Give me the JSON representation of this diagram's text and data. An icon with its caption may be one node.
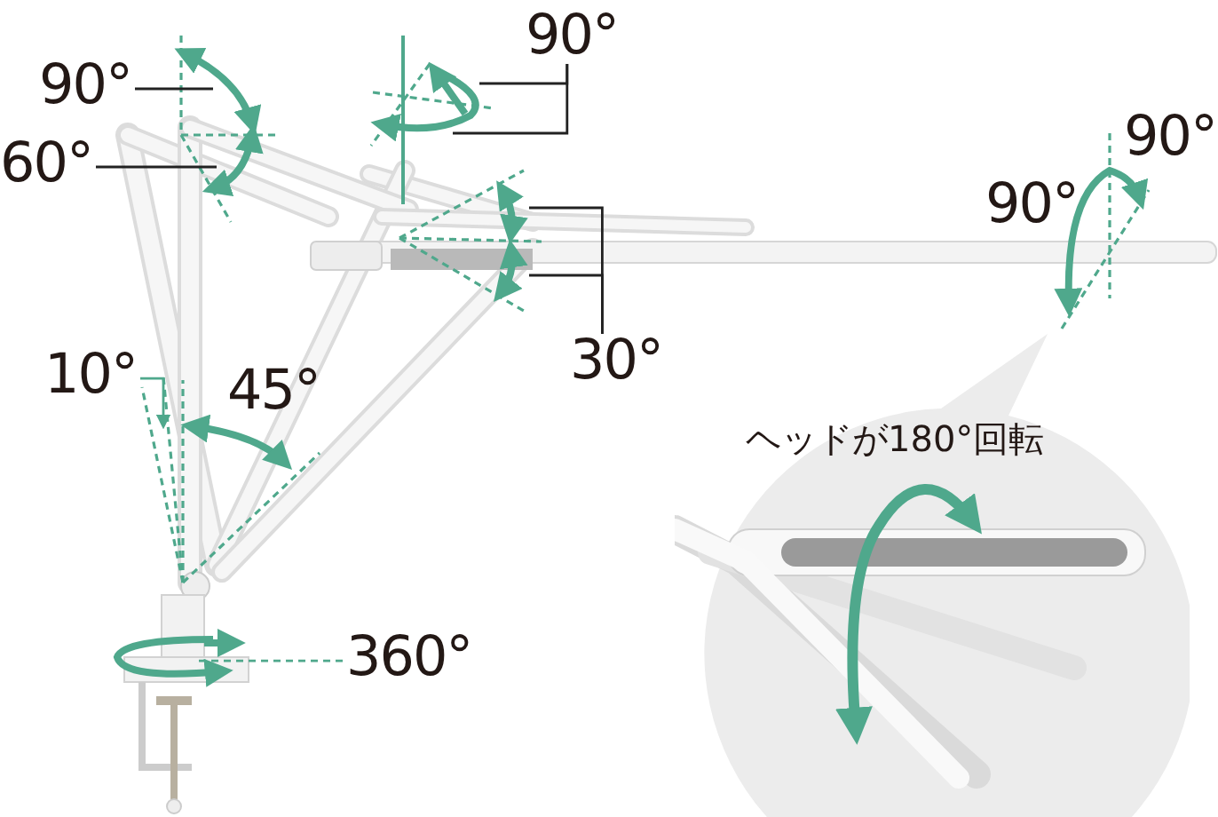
{
  "diagram": {
    "nodes": [
      {
        "text": [
          "90°"
        ]
      },
      {
        "text": [
          "60°"
        ]
      },
      {
        "text": [
          "90°"
        ]
      },
      {
        "text": [
          "30°"
        ]
      },
      {
        "text": [
          "10°"
        ]
      },
      {
        "text": [
          "360°"
        ]
      },
      {
        "text": [
          "ヘッドが180°回転"
        ]
      }
    ],
    "edges": [
      {
        "from": 0,
        "to": null,
        "arrow": "none"
      },
      {
        "from": 1,
        "to": null,
        "arrow": "none"
      },
      {
        "from": 2,
        "to": null,
        "arrow": "none"
      },
      {
        "from": 2,
        "to": null,
        "arrow": "none"
      },
      {
        "from": 3,
        "to": null,
        "arrow": "none"
      },
      {
        "from": 3,
        "to": null,
        "arrow": "none"
      },
      {
        "from": 4,
        "to": null,
        "arrow": "to",
        "color": "#4fa88c"
      },
      {
        "from": 5,
        "to": null,
        "arrow": "none",
        "style": "dashed",
        "color": "#4fa88c"
      }
    ],
    "labels": [
      "45°",
      "90°",
      "90°"
    ]
  }
}
